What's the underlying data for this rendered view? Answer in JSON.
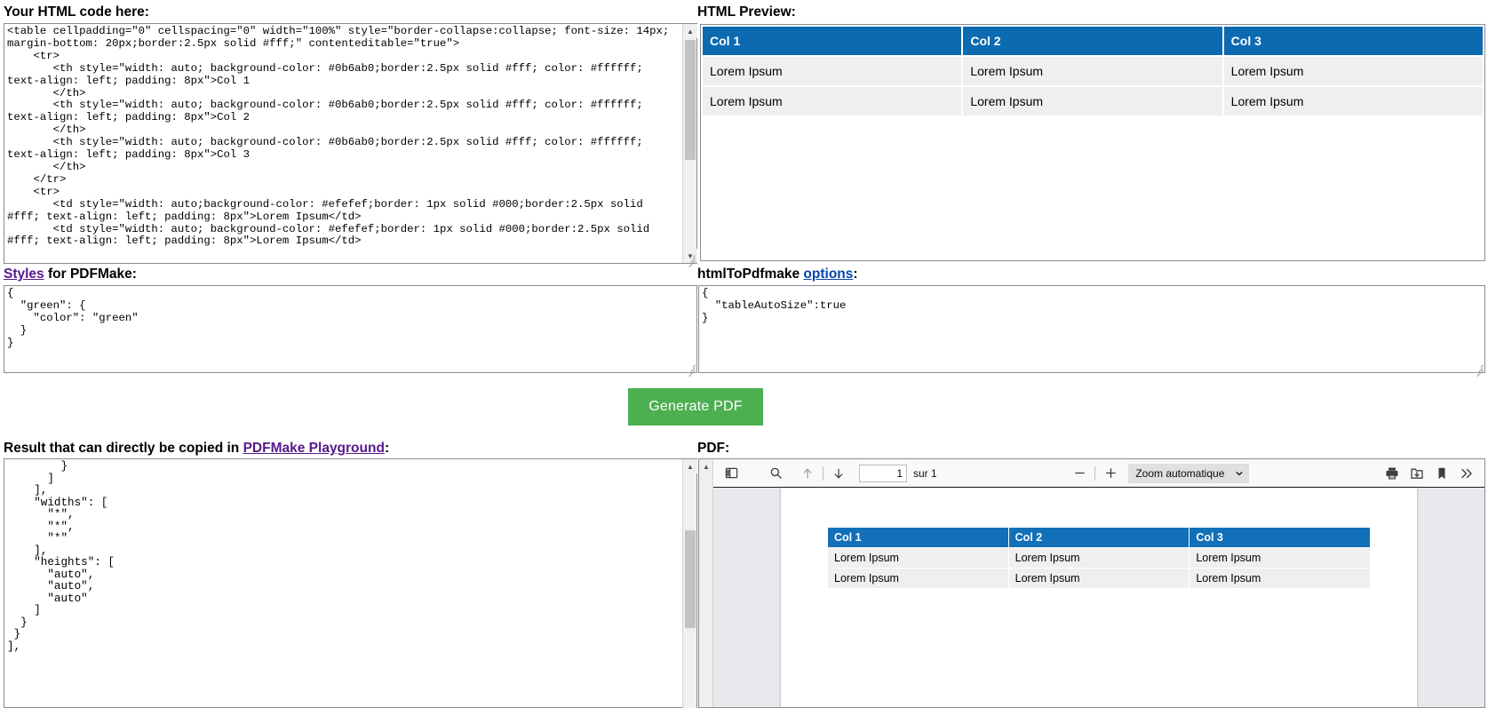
{
  "labels": {
    "html_code_heading": "Your HTML code here:",
    "preview_heading": "HTML Preview:",
    "styles_link": "Styles",
    "styles_heading_rest": " for PDFMake:",
    "options_prefix": "htmlToPdfmake ",
    "options_link": "options",
    "options_suffix": ":",
    "result_prefix": "Result that can directly be copied in ",
    "result_link": "PDFMake Playground",
    "result_suffix": ":",
    "pdf_heading": "PDF:"
  },
  "buttons": {
    "generate_pdf": "Generate PDF"
  },
  "editors": {
    "html_code": "<table cellpadding=\"0\" cellspacing=\"0\" width=\"100%\" style=\"border-collapse:collapse; font-size: 14px; margin-bottom: 20px;border:2.5px solid #fff;\" contenteditable=\"true\">\n    <tr>\n       <th style=\"width: auto; background-color: #0b6ab0;border:2.5px solid #fff; color: #ffffff; text-align: left; padding: 8px\">Col 1\n       </th>\n       <th style=\"width: auto; background-color: #0b6ab0;border:2.5px solid #fff; color: #ffffff; text-align: left; padding: 8px\">Col 2\n       </th>\n       <th style=\"width: auto; background-color: #0b6ab0;border:2.5px solid #fff; color: #ffffff; text-align: left; padding: 8px\">Col 3\n       </th>\n    </tr>\n    <tr>\n       <td style=\"width: auto;background-color: #efefef;border: 1px solid #000;border:2.5px solid #fff; text-align: left; padding: 8px\">Lorem Ipsum</td>\n       <td style=\"width: auto; background-color: #efefef;border: 1px solid #000;border:2.5px solid #fff; text-align: left; padding: 8px\">Lorem Ipsum</td>",
    "styles_json": "{\n  \"green\": {\n    \"color\": \"green\"\n  }\n}",
    "options_json": "{\n  \"tableAutoSize\":true\n}",
    "result_json": "        }\n      ]\n    ],\n    \"widths\": [\n      \"*\",\n      \"*\",\n      \"*\"\n    ],\n    \"heights\": [\n      \"auto\",\n      \"auto\",\n      \"auto\"\n    ]\n  }\n }\n],"
  },
  "preview_table": {
    "headers": [
      "Col 1",
      "Col 2",
      "Col 3"
    ],
    "rows": [
      [
        "Lorem Ipsum",
        "Lorem Ipsum",
        "Lorem Ipsum"
      ],
      [
        "Lorem Ipsum",
        "Lorem Ipsum",
        "Lorem Ipsum"
      ]
    ]
  },
  "pdf_table": {
    "headers": [
      "Col 1",
      "Col 2",
      "Col 3"
    ],
    "rows": [
      [
        "Lorem Ipsum",
        "Lorem Ipsum",
        "Lorem Ipsum"
      ],
      [
        "Lorem Ipsum",
        "Lorem Ipsum",
        "Lorem Ipsum"
      ]
    ]
  },
  "pdf_toolbar": {
    "sidebar_toggle_icon": "sidebar-toggle-icon",
    "find_icon": "search-icon",
    "prev_page_icon": "arrow-up-icon",
    "next_page_icon": "arrow-down-icon",
    "page_number": "1",
    "page_total_label": "sur 1",
    "zoom_out_icon": "minus-icon",
    "zoom_in_icon": "plus-icon",
    "zoom_level": "Zoom automatique",
    "zoom_dropdown_icon": "chevron-down-icon",
    "print_icon": "print-icon",
    "save_icon": "save-icon",
    "bookmark_icon": "bookmark-icon",
    "more_tools_icon": "double-chevron-right-icon"
  },
  "colors": {
    "table_header_blue": "#0b6ab0",
    "pdf_header_blue": "#1270b8",
    "cell_grey": "#efefef",
    "generate_green": "#4caf50",
    "visited_link": "#551a8b",
    "link_blue": "#0645ad"
  }
}
